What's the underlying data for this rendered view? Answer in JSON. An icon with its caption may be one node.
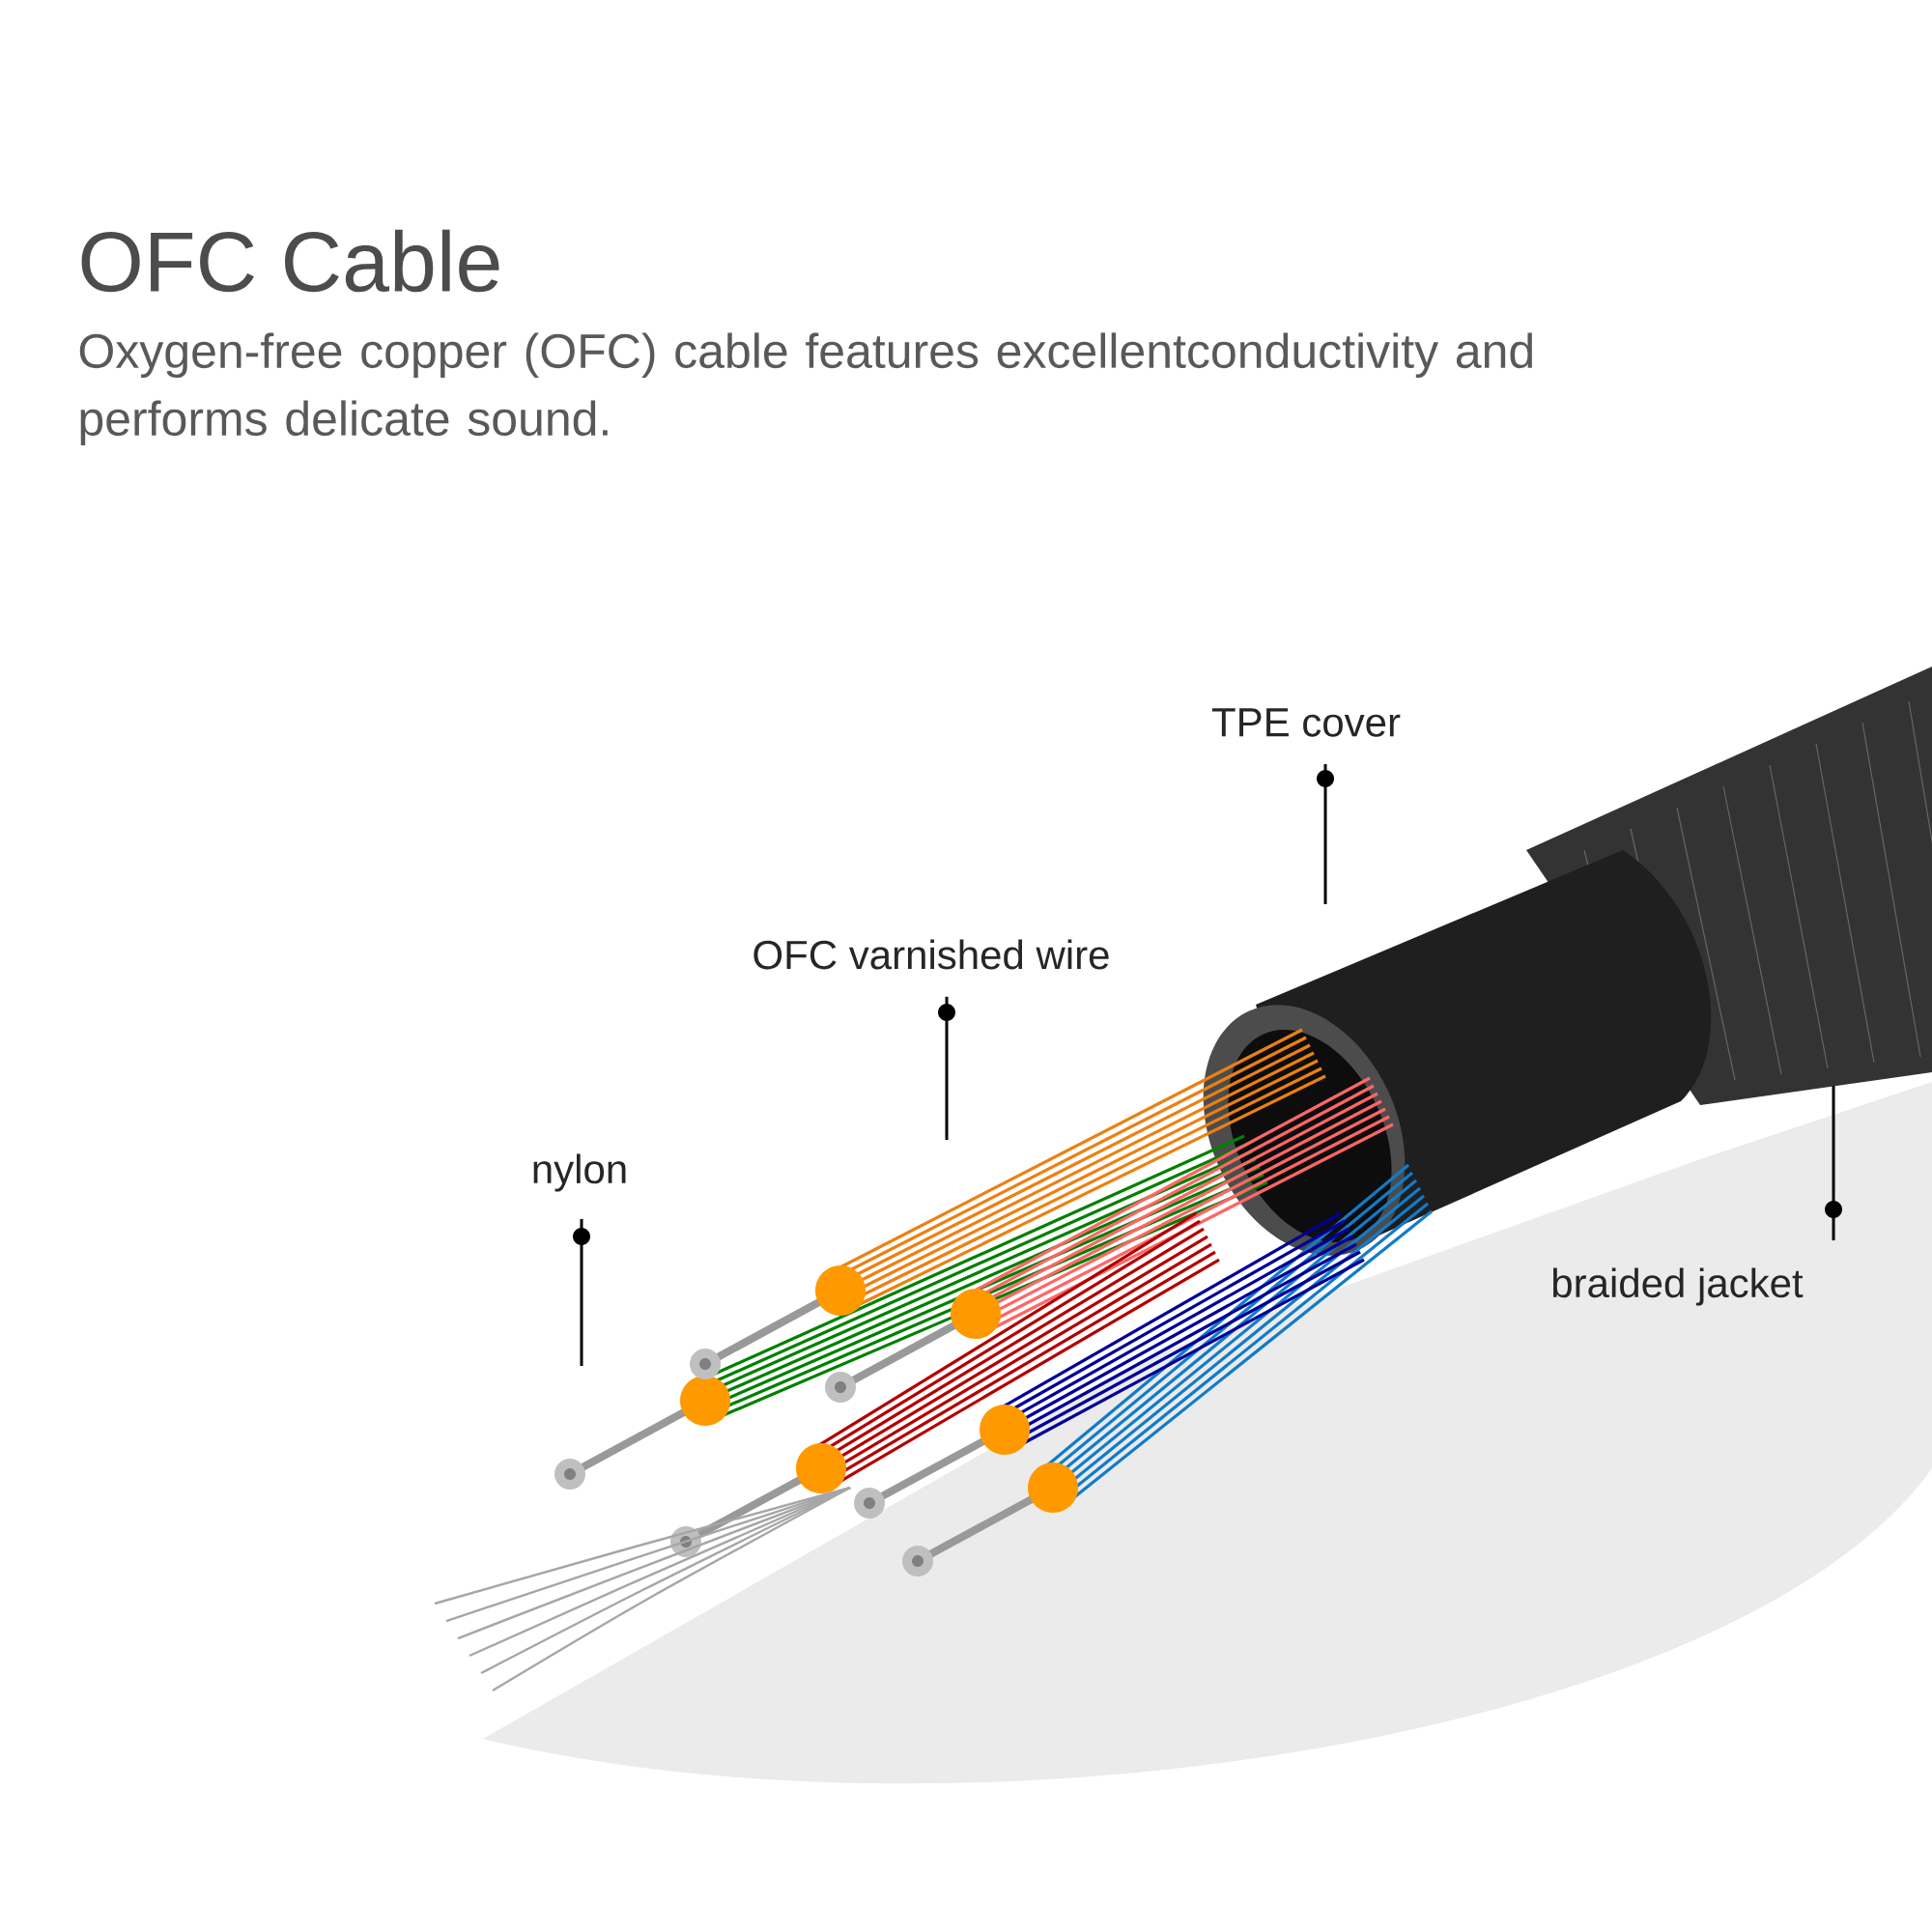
{
  "diagram": {
    "title": "OFC Cable",
    "nodes": [
      {
        "text": [
          "nylon"
        ]
      },
      {
        "text": [
          "OFC varnished wire"
        ]
      },
      {
        "text": [
          "TPE cover"
        ]
      },
      {
        "text": [
          "braided jacket"
        ]
      }
    ],
    "edges": [
      {
        "from": 0,
        "to": null,
        "arrow": "none"
      },
      {
        "from": 1,
        "to": null,
        "arrow": "none"
      },
      {
        "from": 2,
        "to": null,
        "arrow": "none"
      },
      {
        "from": 3,
        "to": null,
        "arrow": "none"
      }
    ],
    "labels": [
      "Oxygen-free copper (OFC) cable features excellentconductivity and performs delicate sound."
    ]
  }
}
